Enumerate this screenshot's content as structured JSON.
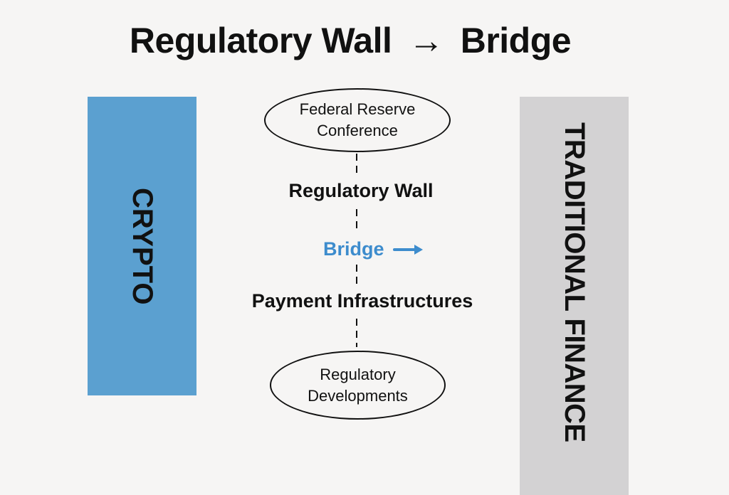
{
  "title": {
    "left": "Regulatory Wall",
    "arrow": "→",
    "right": "Bridge"
  },
  "bars": {
    "left": {
      "label": "CRYPTO",
      "color": "#5ba0d0"
    },
    "right": {
      "label": "TRADITIONAL FINANCE",
      "color": "#d3d2d3"
    }
  },
  "center": {
    "top_ellipse": {
      "line1": "Federal Reserve",
      "line2": "Conference"
    },
    "wall_label": "Regulatory Wall",
    "bridge": {
      "label": "Bridge",
      "arrow_icon": "right-arrow",
      "color": "#3d8ccd"
    },
    "payment_label": "Payment Infrastructures",
    "bottom_ellipse": {
      "line1": "Regulatory",
      "line2": "Developments"
    }
  }
}
